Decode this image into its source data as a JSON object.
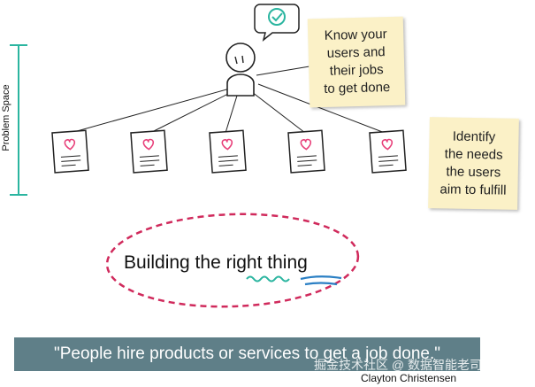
{
  "axis_label": "Problem Space",
  "notes": {
    "users": [
      "Know your",
      "users and",
      "their jobs",
      "to get done"
    ],
    "needs": [
      "Identify",
      "the needs",
      "the users",
      "aim to fulfill"
    ]
  },
  "tagline": {
    "prefix": "Building the ",
    "emphasis": "right thing"
  },
  "quote": "\"People hire products or services to get a job done.\"",
  "author": "Clayton Christensen",
  "watermark": "掘金技术社区 @ 数据智能老司机",
  "colors": {
    "bracket": "#2bb5a0",
    "heart": "#e8407a",
    "dashed_oval": "#d02a5c",
    "underline_blue": "#2a7fc4",
    "squiggle": "#2bb5a0",
    "note": "#fbf1c7",
    "quote_bar": "#5f7f88"
  }
}
